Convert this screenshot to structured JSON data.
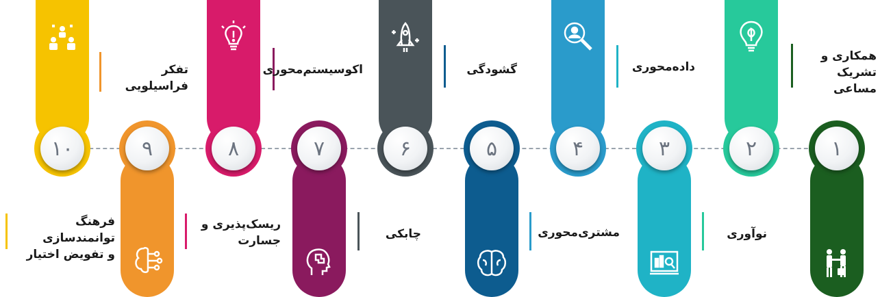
{
  "steps": [
    {
      "num": "۱",
      "label_line1": "همکاری و",
      "label_line2": "تشریک مساعی",
      "color": "#1b5e20",
      "icon": "collaboration-icon"
    },
    {
      "num": "۲",
      "label_line1": "نوآوری",
      "label_line2": "",
      "color": "#27c99b",
      "icon": "leaf-bulb-icon"
    },
    {
      "num": "۳",
      "label_line1": "داده‌محوری",
      "label_line2": "",
      "color": "#1fb3c6",
      "icon": "presentation-icon"
    },
    {
      "num": "۴",
      "label_line1": "مشتری‌محوری",
      "label_line2": "",
      "color": "#2a9bcb",
      "icon": "user-search-icon"
    },
    {
      "num": "۵",
      "label_line1": "گشودگی",
      "label_line2": "",
      "color": "#0d5c8f",
      "icon": "brain-icon"
    },
    {
      "num": "۶",
      "label_line1": "چابکی",
      "label_line2": "",
      "color": "#4a5459",
      "icon": "rocket-icon"
    },
    {
      "num": "۷",
      "label_line1": "اکوسیستم‌محوری",
      "label_line2": "",
      "color": "#8a1a5e",
      "icon": "head-puzzle-icon"
    },
    {
      "num": "۸",
      "label_line1": "ریسک‌پذیری و",
      "label_line2": "جسارت",
      "color": "#d81b6a",
      "icon": "idea-bulb-icon"
    },
    {
      "num": "۹",
      "label_line1": "تفکر فراسیلویی",
      "label_line2": "",
      "color": "#f0952c",
      "icon": "ai-brain-icon"
    },
    {
      "num": "۱۰",
      "label_line1": "فرهنگ توانمندسازی",
      "label_line2": "و تفویض اختیار",
      "color": "#f6c300",
      "icon": "team-icon"
    }
  ]
}
